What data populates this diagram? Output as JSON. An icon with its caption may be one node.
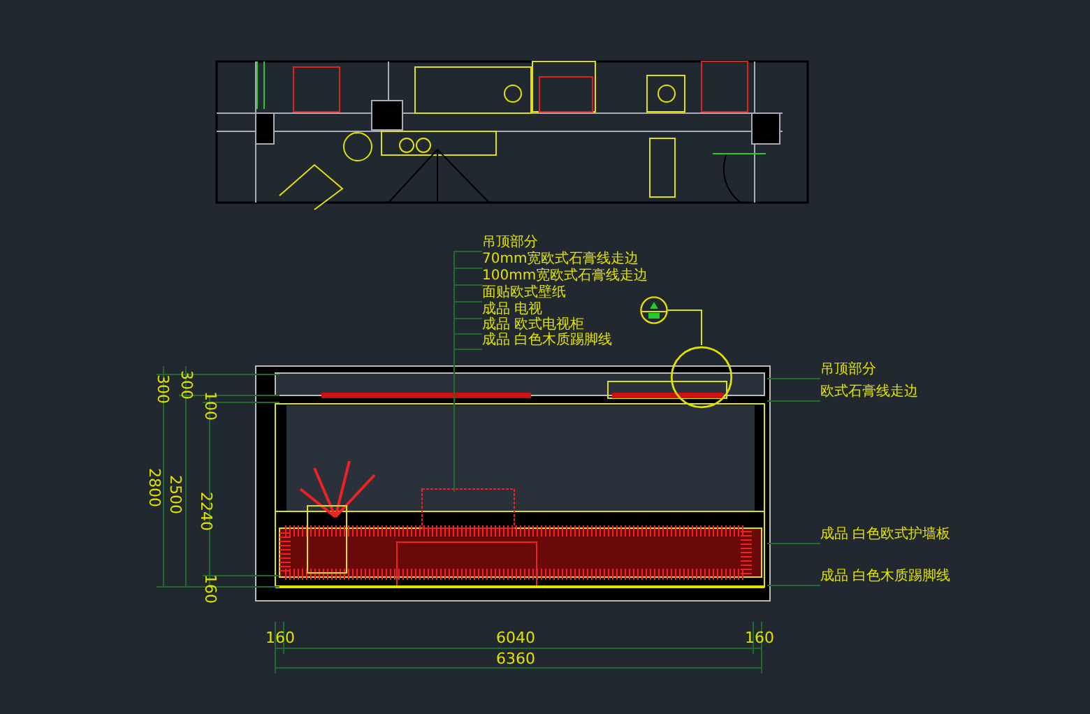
{
  "diagram": {
    "nodes": [
      {
        "text": [
          "吊顶部分"
        ]
      },
      {
        "text": [
          "70mm宽欧式石膏线走边"
        ]
      },
      {
        "text": [
          "100mm宽欧式石膏线走边"
        ]
      },
      {
        "text": [
          "面贴欧式壁纸"
        ]
      },
      {
        "text": [
          "成品 电视"
        ]
      },
      {
        "text": [
          "成品 欧式电视柜"
        ]
      },
      {
        "text": [
          "成品 白色木质踢脚线"
        ]
      },
      {
        "text": [
          "吊顶部分"
        ]
      },
      {
        "text": [
          "欧式石膏线走边"
        ]
      },
      {
        "text": [
          "成品 白色欧式护墙板"
        ]
      },
      {
        "text": [
          "成品 白色木质踢脚线"
        ]
      },
      {
        "text": [],
        "shape": "circle"
      },
      {
        "text": [],
        "shape": "circle"
      }
    ],
    "edges": [
      {
        "from": 0,
        "to": null,
        "arrow": "none"
      },
      {
        "from": 1,
        "to": null,
        "arrow": "none"
      },
      {
        "from": 2,
        "to": null,
        "arrow": "none"
      },
      {
        "from": 3,
        "to": null,
        "arrow": "none"
      },
      {
        "from": 4,
        "to": null,
        "arrow": "none"
      },
      {
        "from": 5,
        "to": null,
        "arrow": "none"
      },
      {
        "from": 6,
        "to": null,
        "arrow": "none"
      },
      {
        "from": 7,
        "to": null,
        "arrow": "none"
      },
      {
        "from": 8,
        "to": null,
        "arrow": "none"
      },
      {
        "from": 9,
        "to": null,
        "arrow": "none"
      },
      {
        "from": 10,
        "to": null,
        "arrow": "none"
      },
      {
        "from": 11,
        "to": 12,
        "arrow": "none",
        "color": "#e2e200"
      }
    ],
    "labels": [
      "300",
      "300",
      "100",
      "2800",
      "2500",
      "2240",
      "160",
      "160",
      "6040",
      "160",
      "6360"
    ]
  }
}
